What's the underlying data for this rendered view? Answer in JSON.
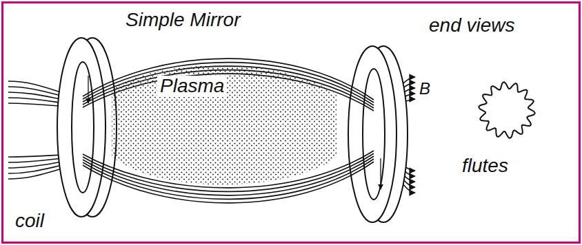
{
  "diagram": {
    "nodes": [
      {
        "text": [
          "Plasma"
        ]
      }
    ],
    "labels": [
      "Simple Mirror",
      "end views",
      "B",
      "flutes",
      "coil"
    ]
  }
}
